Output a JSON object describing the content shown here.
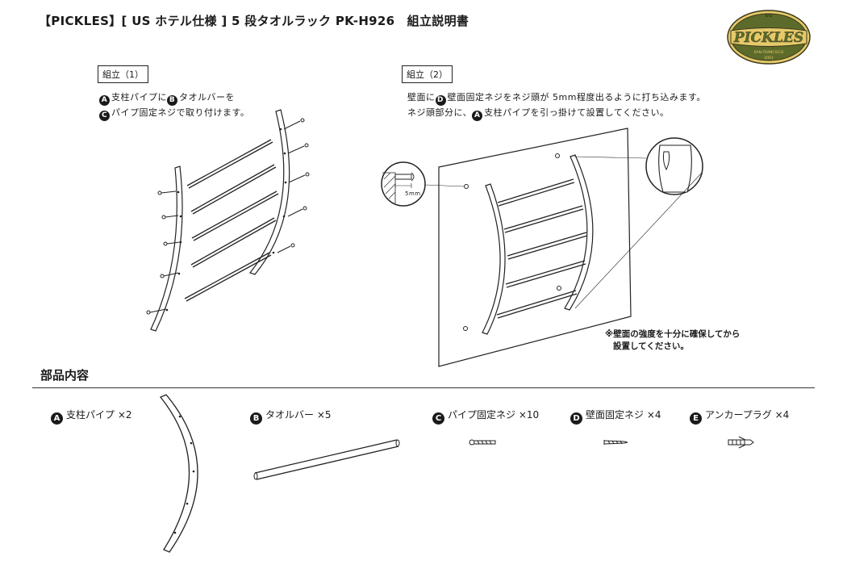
{
  "header": {
    "title": "【PICKLES】[ US ホテル仕様 ] 5 段タオルラック PK-H926　組立説明書"
  },
  "logo": {
    "text": "PICKLES",
    "top_text": "US",
    "bottom_text": "SAN FRANCISCO",
    "year": "2001",
    "colors": {
      "fill": "#5d6b2a",
      "text": "#e8d44a",
      "band": "#e6c96a",
      "outline": "#3b3a1c"
    }
  },
  "step1": {
    "label": "組立（1）",
    "line1": {
      "badge_a": "A",
      "text_a": "支柱パイプに",
      "badge_b": "B",
      "text_b": "タオルバーを"
    },
    "line2": {
      "badge_c": "C",
      "text_c": "パイプ固定ネジで取り付けます。"
    }
  },
  "step2": {
    "label": "組立（2）",
    "line1": {
      "text_1": "壁面に",
      "badge_d": "D",
      "text_2": "壁面固定ネジをネジ頭が 5mm程度出るように打ち込みます。"
    },
    "line2": {
      "text_1": "ネジ頭部分に、",
      "badge_a": "A",
      "text_2": "支柱パイプを引っ掛けて設置してください。"
    },
    "dim_label": "5mm"
  },
  "note": {
    "line1": "※壁面の強度を十分に確保してから",
    "line2": "設置してください。"
  },
  "parts": {
    "title": "部品内容",
    "items": [
      {
        "badge": "A",
        "name": "支柱パイプ ×2"
      },
      {
        "badge": "B",
        "name": "タオルバー ×5"
      },
      {
        "badge": "C",
        "name": "パイプ固定ネジ ×10"
      },
      {
        "badge": "D",
        "name": "壁面固定ネジ ×4"
      },
      {
        "badge": "E",
        "name": "アンカープラグ ×4"
      }
    ]
  }
}
